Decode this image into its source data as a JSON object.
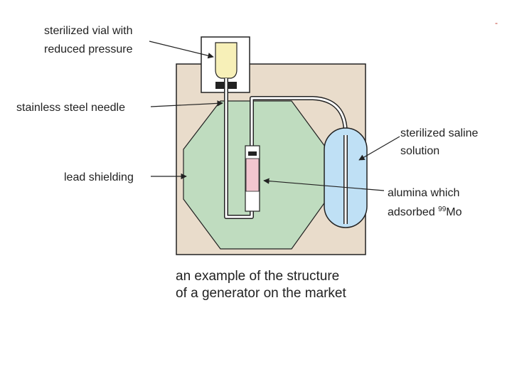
{
  "diagram": {
    "labels": {
      "vial": [
        "sterilized vial with",
        "reduced pressure"
      ],
      "needle": "stainless steel needle",
      "saline": [
        "sterilized saline",
        "solution"
      ],
      "lead": "lead shielding",
      "alumina_line1": "alumina which",
      "alumina_line2_prefix": "adsorbed ",
      "alumina_isotope_mass": "99",
      "alumina_isotope_symbol": "Mo"
    },
    "caption": [
      "an example of the structure",
      "of a generator on the market"
    ],
    "corner_mark": "-"
  },
  "colors": {
    "casing": "#e9dccb",
    "lead_shield": "#bfdcbf",
    "saline_bottle": "#bfe0f5",
    "vial_liquid": "#f7f0b8",
    "alumina_column": "#f2c6cf",
    "outline": "#222222",
    "corner_mark": "#c0392b"
  }
}
